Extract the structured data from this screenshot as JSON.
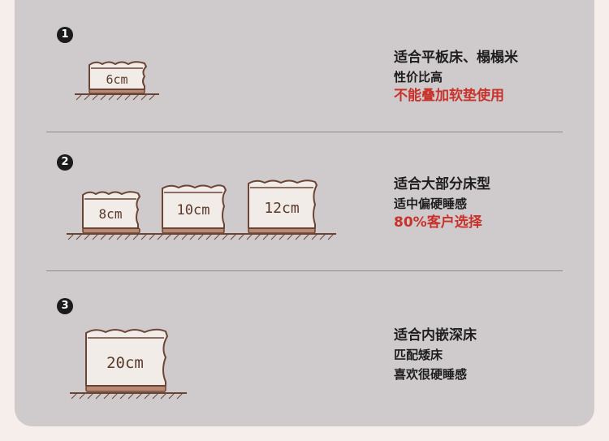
{
  "sections": [
    {
      "number": "1",
      "sizes": [
        "6cm"
      ],
      "line1": "适合平板床、榻榻米",
      "line2": "性价比高",
      "line3": "不能叠加软垫使用",
      "line3_color": "#c8322a"
    },
    {
      "number": "2",
      "sizes": [
        "8cm",
        "10cm",
        "12cm"
      ],
      "line1": "适合大部分床型",
      "line2": "适中偏硬睡感",
      "line3": "80%客户选择",
      "line3_color": "#c8322a"
    },
    {
      "number": "3",
      "sizes": [
        "20cm"
      ],
      "line1": "适合内嵌深床",
      "line2": "匹配矮床",
      "line3": "喜欢很硬睡感",
      "line3_color": "#1e1e1e"
    }
  ],
  "colors": {
    "card": "#cfcbcd",
    "outline": "#6b4435",
    "accent_red": "#c8322a"
  },
  "icons": [
    "mattress-icon",
    "floor-hatch-icon",
    "number-badge"
  ]
}
